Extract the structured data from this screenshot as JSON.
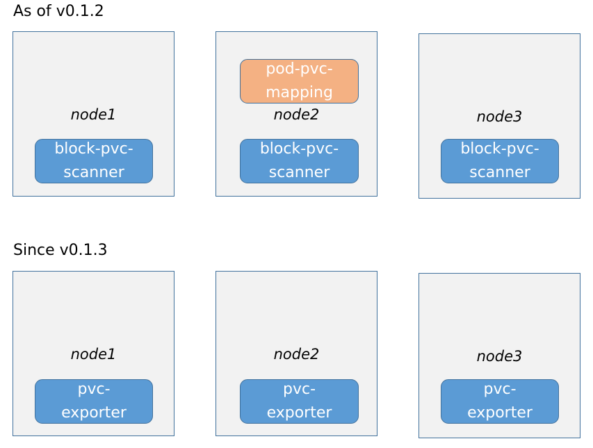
{
  "sections": [
    {
      "title": "As of v0.1.2",
      "nodes": [
        {
          "name": "node1",
          "components": [
            "block-pvc-\nscanner"
          ]
        },
        {
          "name": "node2",
          "components": [
            "pod-pvc-\nmapping",
            "block-pvc-\nscanner"
          ]
        },
        {
          "name": "node3",
          "components": [
            "block-pvc-\nscanner"
          ]
        }
      ]
    },
    {
      "title": "Since v0.1.3",
      "nodes": [
        {
          "name": "node1",
          "components": [
            "pvc-\nexporter"
          ]
        },
        {
          "name": "node2",
          "components": [
            "pvc-\nexporter"
          ]
        },
        {
          "name": "node3",
          "components": [
            "pvc-\nexporter"
          ]
        }
      ]
    }
  ],
  "colors": {
    "node_fill": "#f2f2f2",
    "node_border": "#41719c",
    "component_blue": "#5b9bd5",
    "component_orange": "#f4b183",
    "component_text": "#ffffff"
  }
}
